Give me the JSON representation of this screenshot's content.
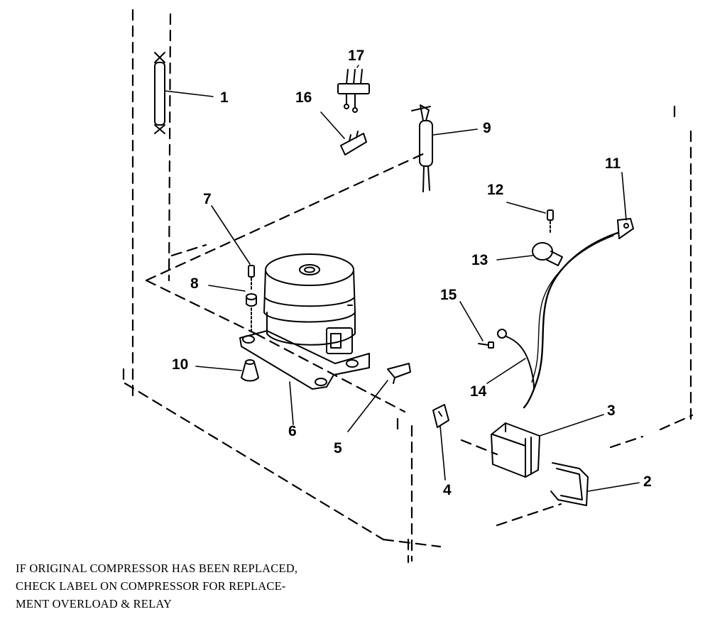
{
  "callouts": {
    "c1": "1",
    "c2": "2",
    "c3": "3",
    "c4": "4",
    "c5": "5",
    "c6": "6",
    "c7": "7",
    "c8": "8",
    "c9": "9",
    "c10": "10",
    "c11": "11",
    "c12": "12",
    "c13": "13",
    "c14": "14",
    "c15": "15",
    "c16": "16",
    "c17": "17"
  },
  "note": {
    "line1": "IF ORIGINAL COMPRESSOR HAS BEEN REPLACED,",
    "line2": "CHECK LABEL ON COMPRESSOR FOR REPLACE-",
    "line3": "MENT OVERLOAD & RELAY"
  }
}
